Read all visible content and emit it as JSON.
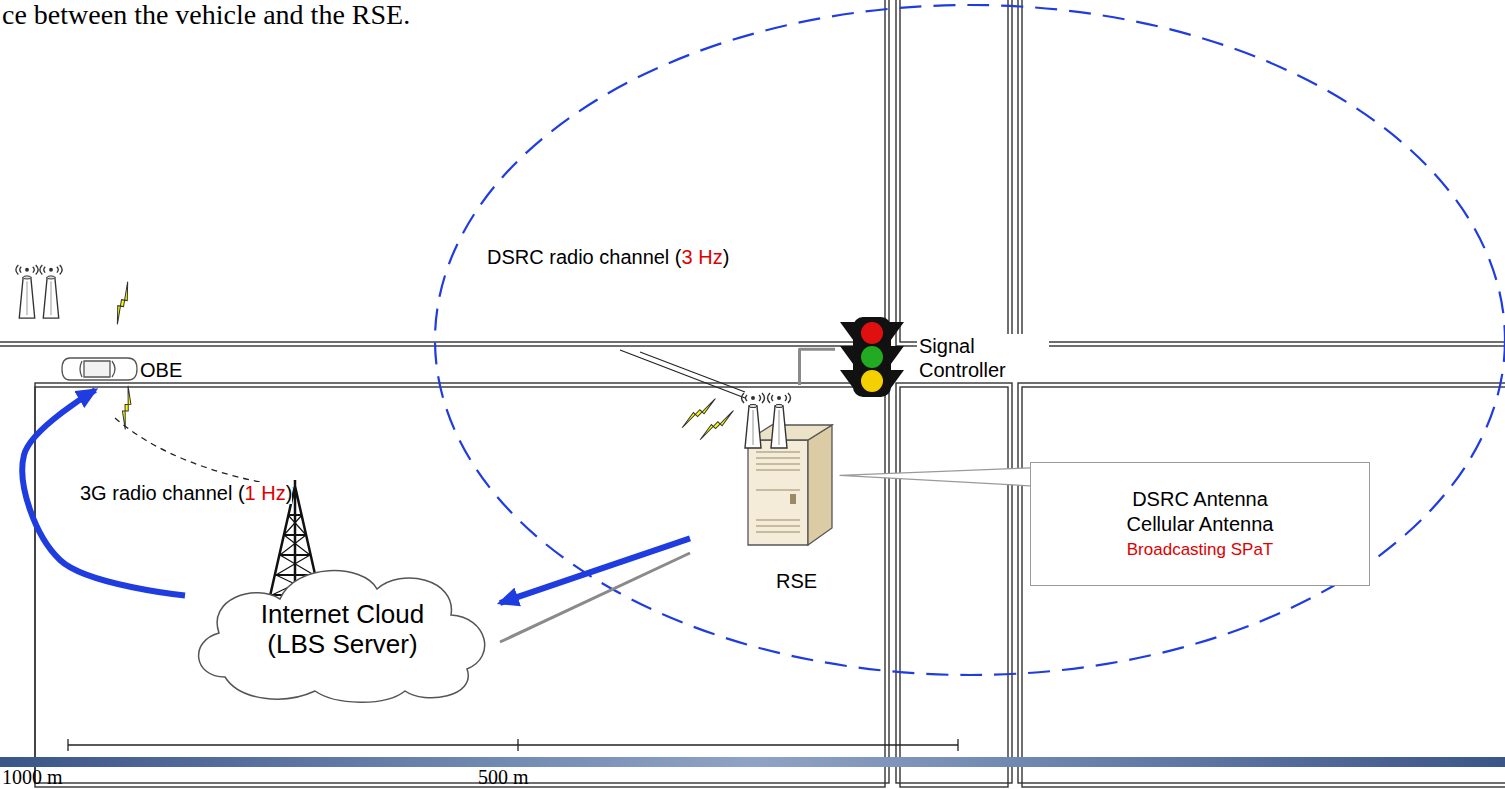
{
  "diagram": {
    "nodes": [
      {
        "text": [
          "OBE"
        ]
      },
      {
        "text": [
          "Signal Controller"
        ]
      },
      {
        "text": [
          "RSE"
        ]
      },
      {
        "text": [
          "DSRC Antenna Cellular Antenna",
          "Broadcasting SPaT"
        ]
      },
      {
        "text": [
          "Internet Cloud (LBS Server)"
        ]
      }
    ],
    "edges": [
      {
        "from": 2,
        "to": 4,
        "arrow": "to"
      },
      {
        "from": 4,
        "to": 0,
        "arrow": "to"
      },
      {
        "from": 2,
        "to": 4,
        "arrow": "none"
      },
      {
        "from": 2,
        "to": 1,
        "arrow": "none"
      },
      {
        "from": 3,
        "to": 2,
        "arrow": "none"
      }
    ],
    "labels": [
      "ce between the vehicle and the RSE.",
      "DSRC radio channel (",
      "3 Hz",
      ")",
      "3G radio channel (",
      "1 Hz",
      ")",
      "1000 m",
      "500 m"
    ]
  }
}
